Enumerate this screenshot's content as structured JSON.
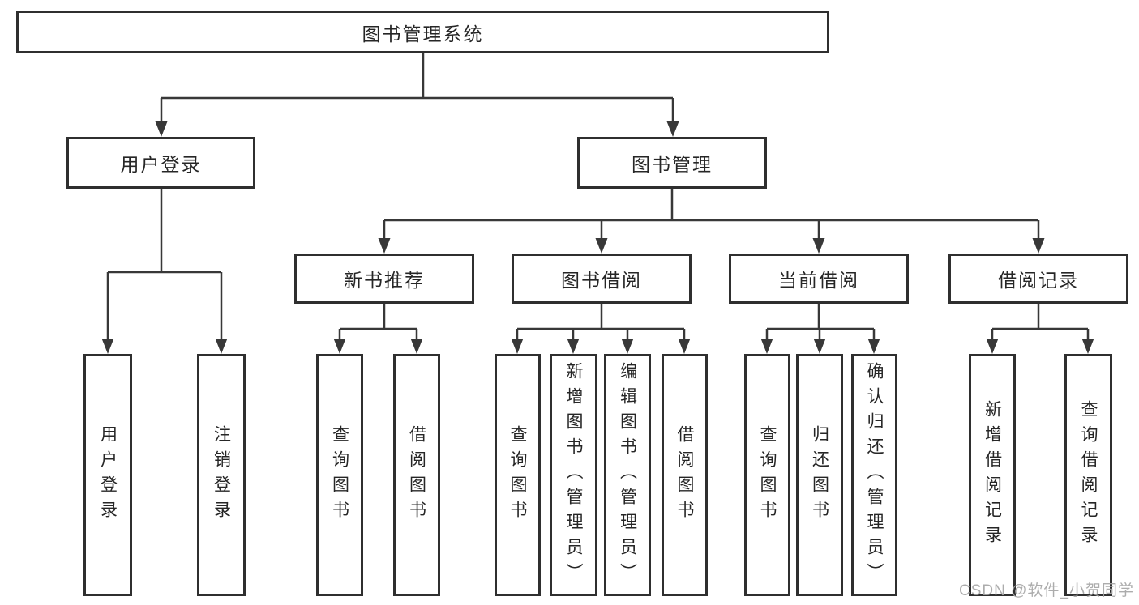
{
  "diagram": {
    "title": "图书管理系统",
    "level2": {
      "user_login": "用户登录",
      "book_mgmt": "图书管理"
    },
    "level3": {
      "new_book_rec": "新书推荐",
      "book_borrow": "图书借阅",
      "current_borrow": "当前借阅",
      "borrow_records": "借阅记录"
    },
    "leaves": {
      "user_login_1": "用户登录",
      "user_login_2": "注销登录",
      "new_book_rec_1": "查询图书",
      "new_book_rec_2": "借阅图书",
      "book_borrow_1": "查询图书",
      "book_borrow_2": "新增图书（管理员）",
      "book_borrow_3": "编辑图书（管理员）",
      "book_borrow_4": "借阅图书",
      "current_borrow_1": "查询图书",
      "current_borrow_2": "归还图书",
      "current_borrow_3": "确认归还（管理员）",
      "borrow_records_1": "新增借阅记录",
      "borrow_records_2": "查询借阅记录"
    }
  },
  "watermark": "CSDN @软件_小贺同学",
  "colors": {
    "line": "#383838",
    "border": "#2f2f2f",
    "text": "#262626",
    "watermark": "#a6a6a6",
    "background": "#ffffff"
  }
}
